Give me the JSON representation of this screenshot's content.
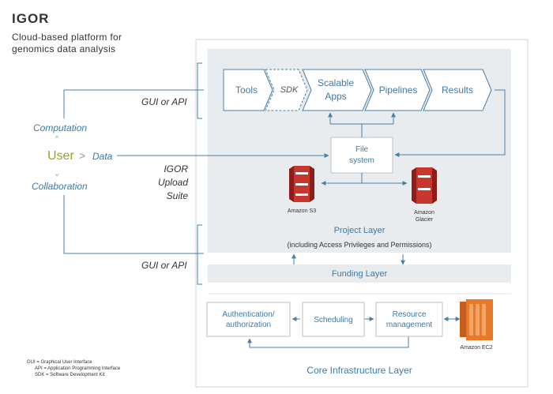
{
  "title": "IGOR",
  "subtitle": [
    "Cloud-based platform for",
    "genomics data analysis"
  ],
  "user": {
    "label": "User",
    "computation": "Computation",
    "collaboration": "Collaboration",
    "data": "Data",
    "up_chevron": "^",
    "right_chevron": ">"
  },
  "connectors": {
    "gui_api_top": "GUI or API",
    "gui_api_bottom": "GUI or API",
    "upload_suite": [
      "IGOR",
      "Upload",
      "Suite"
    ]
  },
  "workflow": {
    "tools": "Tools",
    "sdk": "SDK",
    "scalable_apps": [
      "Scalable",
      "Apps"
    ],
    "pipelines": "Pipelines",
    "results": "Results"
  },
  "storage": {
    "file_system": [
      "File",
      "system"
    ],
    "s3": "Amazon S3",
    "glacier": [
      "Amazon",
      "Glacier"
    ]
  },
  "layers": {
    "project": "Project Layer",
    "project_sub": "(including Access Privileges and Permissions)",
    "funding": "Funding Layer",
    "core": "Core Infrastructure Layer"
  },
  "core": {
    "auth": [
      "Authentication/",
      "authorization"
    ],
    "scheduling": "Scheduling",
    "resource": [
      "Resource",
      "management"
    ],
    "ec2": "Amazon EC2"
  },
  "glossary": [
    "GUI = Graphical User Interface",
    "API = Application Programming Interface",
    "SDK = Software Development Kit"
  ],
  "colors": {
    "accent": "#3d7aa6",
    "user_green": "#8fa82a",
    "panel": "#e9ecee",
    "aws_red": "#c8362d",
    "aws_orange": "#e8782a"
  }
}
